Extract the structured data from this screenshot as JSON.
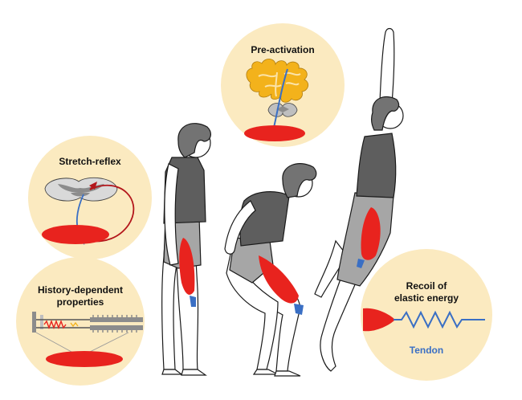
{
  "labels": {
    "pre_activation": "Pre-activation",
    "stretch_reflex": "Stretch-reflex",
    "history_line1": "History-dependent",
    "history_line2": "properties",
    "recoil_line1": "Recoil of",
    "recoil_line2": "elastic energy",
    "tendon": "Tendon"
  },
  "colors": {
    "bubble": "#fbeac0",
    "muscle": "#e8231e",
    "tendon_blue": "#3a6fc4",
    "reflex_red": "#b3161b",
    "brain_gold": "#f3b21b",
    "body_gray": "#a6a6a6",
    "shirt_gray": "#5e5e5e",
    "hair_gray": "#737373",
    "outline": "#1a1a1a"
  },
  "icons": [
    "brain-icon",
    "spinal-cord-icon",
    "muscle-icon",
    "spring-icon",
    "sarcomere-icon"
  ]
}
